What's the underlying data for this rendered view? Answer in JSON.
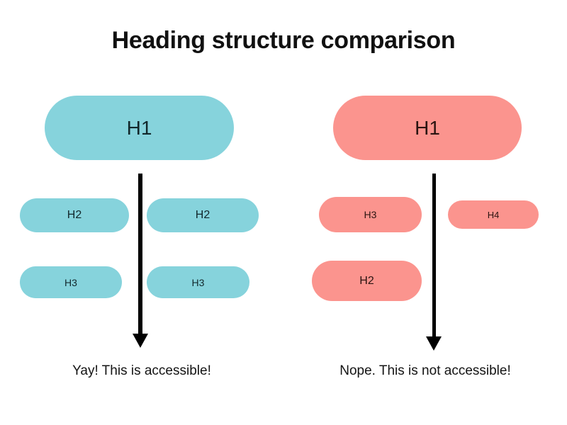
{
  "page": {
    "title": "Heading structure comparison",
    "background_color": "#ffffff",
    "title_color": "#111111"
  },
  "colors": {
    "good": "#86d3dc",
    "good_text": "#12282c",
    "bad": "#fb948e",
    "bad_text": "#2b1411",
    "arrow": "#000000"
  },
  "columns": [
    {
      "name": "accessible-example",
      "accent": "#86d3dc",
      "caption": "Yay! This is accessible!",
      "arrow": {
        "name": "down-arrow-icon",
        "direction": "down"
      },
      "rows": [
        {
          "pills": [
            {
              "label": "H1",
              "level": 1
            }
          ]
        },
        {
          "pills": [
            {
              "label": "H2",
              "level": 2
            },
            {
              "label": "H2",
              "level": 2
            }
          ]
        },
        {
          "pills": [
            {
              "label": "H3",
              "level": 3
            },
            {
              "label": "H3",
              "level": 3
            }
          ]
        }
      ]
    },
    {
      "name": "inaccessible-example",
      "accent": "#fb948e",
      "caption": "Nope. This is not accessible!",
      "arrow": {
        "name": "down-arrow-icon",
        "direction": "down"
      },
      "rows": [
        {
          "pills": [
            {
              "label": "H1",
              "level": 1
            }
          ]
        },
        {
          "pills": [
            {
              "label": "H3",
              "level": 3
            },
            {
              "label": "H4",
              "level": 4
            }
          ]
        },
        {
          "pills": [
            {
              "label": "H2",
              "level": 2
            }
          ]
        }
      ]
    }
  ]
}
